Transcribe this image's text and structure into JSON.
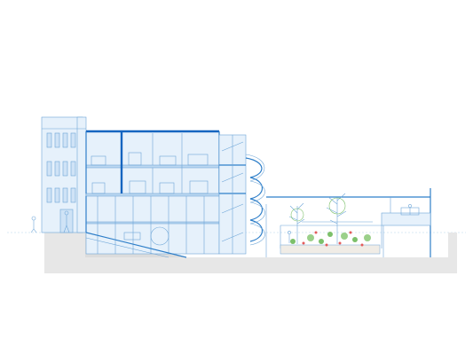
{
  "figure": {
    "kind": "architectural-section",
    "colors": {
      "linework": "#6ea6d8",
      "structure": "#1565c0",
      "ground": "#e7e7e7",
      "vegetation": "#7cc06a",
      "flowers": "#e45b5b",
      "background": "#ffffff"
    },
    "elements": [
      "ground-mass",
      "neighbour-building",
      "main-building",
      "stair-tower",
      "spiral-ramp",
      "basement-ramp",
      "courtyard-trees",
      "planter-bed",
      "pergola",
      "human-figures"
    ]
  }
}
